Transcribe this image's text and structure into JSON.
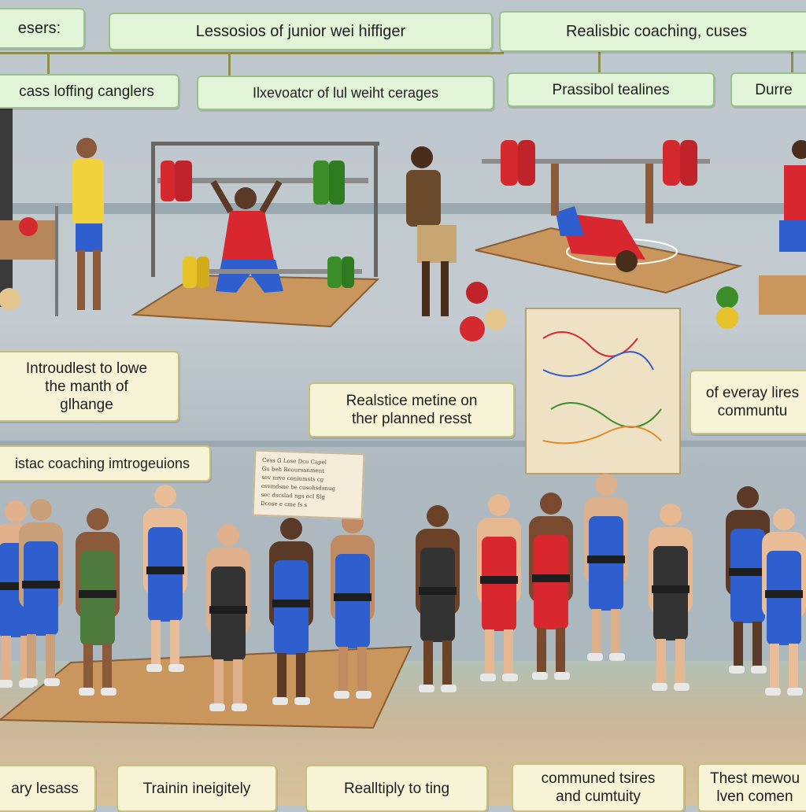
{
  "labels": {
    "top_1": "esers:",
    "top_2": "Lessosios of junior wei  hiffiger",
    "top_3": "Realisbic coaching, cuses",
    "sub_1": "cass loffing canglers",
    "sub_2": "Ilxevoatcr  of lul weiht cerages",
    "sub_3": "Prassibol tealines",
    "sub_4": "Durre",
    "mid_1": "Introudlest to lowe\nthe manth of\nglhange",
    "mid_2": "Realstice metine on\nther planned resst",
    "mid_3": "of everay lires\ncommuntu",
    "mid_4": "istac coaching imtrogeuions",
    "bottom_1": "ary lesass",
    "bottom_2": "Trainin ineigitely",
    "bottom_3": "Realltiply to ting",
    "bottom_4": "communed tsires\nand cumtuity",
    "bottom_5": "Thest mewou\nlven comen"
  },
  "note_card": {
    "lines": [
      "Cess  G  Lose  Dco  Capel",
      "Gu beh  Beoursanment",
      "sev nsve  coniumsts  cg",
      "esvmdsne  be  cusohsdsnug",
      "sec dscslad  ngs  ecl  Slg",
      "Dcose  e  cme  fs  s"
    ]
  },
  "colors": {
    "accent_green": "#e2f4d8",
    "accent_cream": "#f6f3d6",
    "singlet_blue": "#2f5fcf",
    "singlet_red": "#d8272e",
    "plate_red": "#d42a2f",
    "plate_green": "#3b8d2a",
    "plate_yellow": "#e8c22a"
  }
}
